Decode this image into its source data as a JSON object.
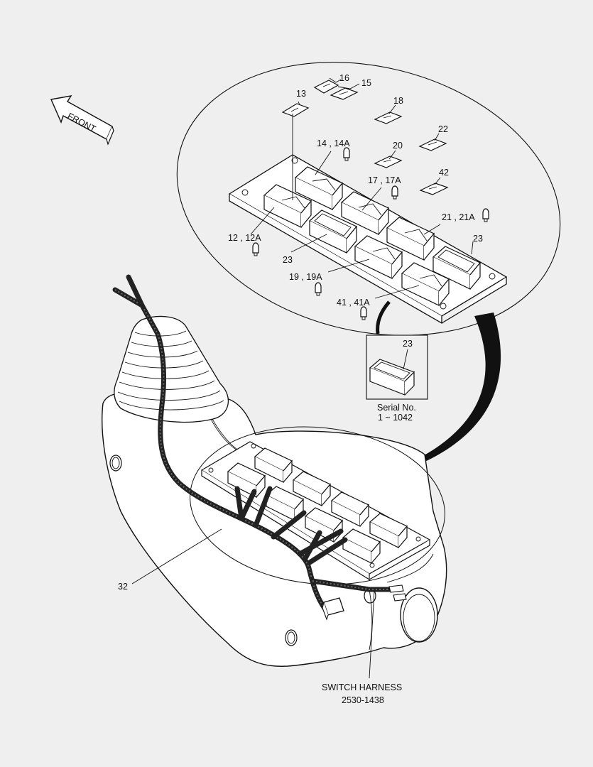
{
  "orientation": {
    "front_label": "FRONT"
  },
  "callouts": {
    "c13": "13",
    "c15": "15",
    "c16": "16",
    "c18": "18",
    "c22": "22",
    "c14": "14 , 14A",
    "c20": "20",
    "c17": "17 , 17A",
    "c42": "42",
    "c21": "21 , 21A",
    "c12": "12 , 12A",
    "c23a": "23",
    "c23b": "23",
    "c19": "19 , 19A",
    "c41": "41 , 41A",
    "c23c": "23",
    "c32": "32"
  },
  "inset": {
    "serial_label": "Serial No.",
    "serial_range": "1 ~ 1042"
  },
  "harness_note": {
    "name": "SWITCH HARNESS",
    "part_number": "2530-1438"
  }
}
